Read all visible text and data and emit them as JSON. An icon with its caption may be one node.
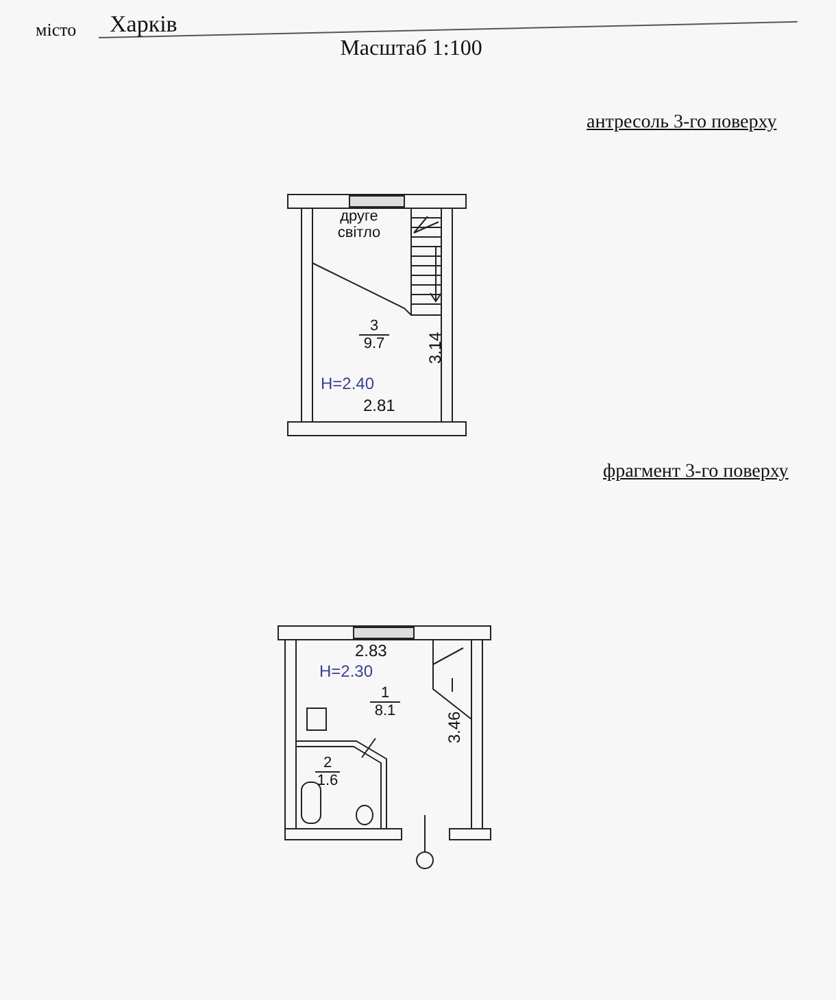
{
  "diagram": {
    "title": "Масштаб 1:100",
    "nodes": [
      {
        "text": [
          "3",
          "9.7"
        ]
      },
      {
        "text": [
          "друге світло"
        ]
      },
      {
        "text": [
          "1",
          "8.1"
        ]
      },
      {
        "text": [
          "2",
          "1.6"
        ]
      }
    ],
    "labels": [
      "місто",
      "Харків",
      "антресоль 3-го поверху",
      "H=2.40",
      "2.81",
      "3.14",
      "фрагмент 3-го поверху",
      "2.83",
      "H=2.30",
      "3.46"
    ]
  }
}
